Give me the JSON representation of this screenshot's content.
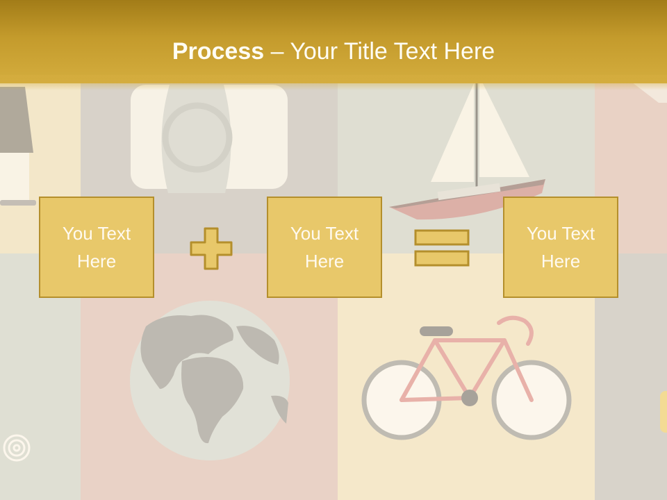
{
  "slide": {
    "title_bold": "Process",
    "title_rest": " – Your Title Text Here",
    "boxes": [
      {
        "text": "You Text Here"
      },
      {
        "text": "You Text Here"
      },
      {
        "text": "You Text Here"
      }
    ],
    "operators": [
      "plus-icon",
      "equals-icon"
    ]
  },
  "colors": {
    "title_bar": "#c49b2c",
    "box_fill": "#e8c86a",
    "box_border": "#b48f2c",
    "text": "#fffaf0"
  }
}
